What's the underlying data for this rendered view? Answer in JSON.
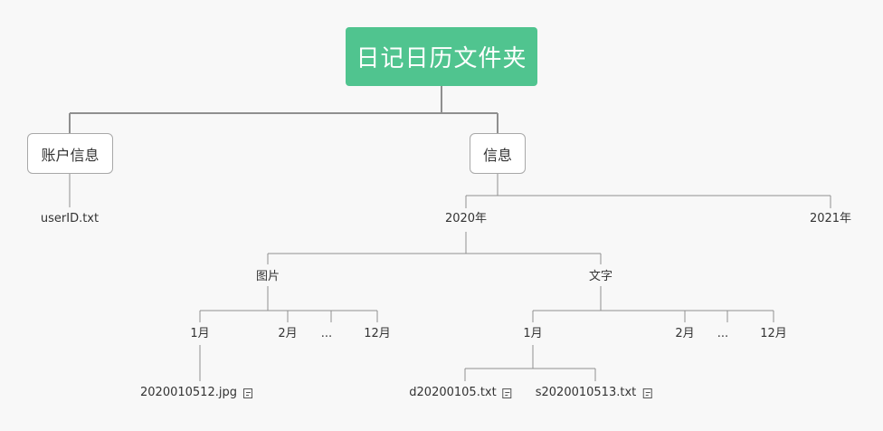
{
  "diagram": {
    "root": {
      "label": "日记日历文件夹"
    },
    "account": {
      "label": "账户信息",
      "file": {
        "label": "userID.txt"
      }
    },
    "info": {
      "label": "信息",
      "year2020": {
        "label": "2020年",
        "images": {
          "label": "图片",
          "months": [
            "1月",
            "2月",
            "...",
            "12月"
          ],
          "files": [
            {
              "label": "2020010512.jpg",
              "icon": "note-icon"
            }
          ]
        },
        "text": {
          "label": "文字",
          "months": [
            "1月",
            "2月",
            "...",
            "12月"
          ],
          "files": [
            {
              "label": "d20200105.txt",
              "icon": "note-icon"
            },
            {
              "label": "s2020010513.txt",
              "icon": "note-icon"
            }
          ]
        }
      },
      "year2021": {
        "label": "2021年"
      }
    }
  },
  "colors": {
    "root_fill": "#50c48f",
    "root_text": "#ffffff",
    "line": "#8f8f8f",
    "background": "#f8f8f8",
    "box_border": "#a8a8a8"
  }
}
